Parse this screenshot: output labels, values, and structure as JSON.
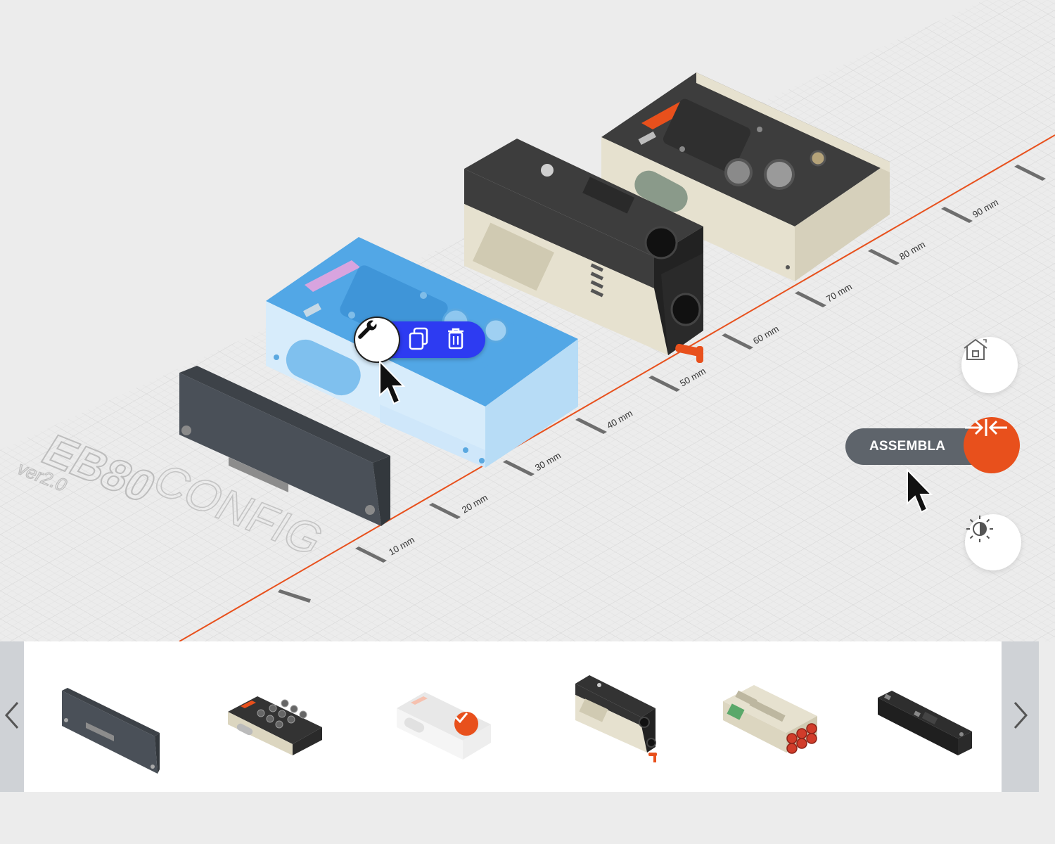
{
  "app": {
    "brand_name": "EB80",
    "brand_product": "CONFIG",
    "brand_version": "ver2.0"
  },
  "ruler": {
    "labels": [
      "10 mm",
      "20 mm",
      "30 mm",
      "40 mm",
      "50 mm",
      "60 mm",
      "70 mm",
      "80 mm",
      "90 mm"
    ],
    "color": "#e8501c"
  },
  "context_toolbar": {
    "actions": [
      {
        "name": "edit",
        "icon": "wrench-icon"
      },
      {
        "name": "duplicate",
        "icon": "copy-icon"
      },
      {
        "name": "delete",
        "icon": "trash-icon"
      }
    ],
    "accent": "#2d3bf2"
  },
  "controls": {
    "home_icon": "home-view-icon",
    "assemble_label": "ASSEMBLA",
    "assemble_icon": "arrows-inward-icon",
    "assemble_color": "#e8501c",
    "light_icon": "brightness-icon"
  },
  "selected_module_color": "#4aa3e6",
  "palette": {
    "prev_icon": "chevron-left-icon",
    "next_icon": "chevron-right-icon",
    "items": [
      {
        "name": "end-plate",
        "selected": false
      },
      {
        "name": "io-module-8-ports",
        "selected": false
      },
      {
        "name": "electrical-connection-module",
        "selected": true
      },
      {
        "name": "valve-base-module",
        "selected": false
      },
      {
        "name": "pneumatic-supply-module",
        "selected": false
      },
      {
        "name": "solenoid-valve",
        "selected": false
      }
    ],
    "selected_icon": "checkmark-icon"
  }
}
